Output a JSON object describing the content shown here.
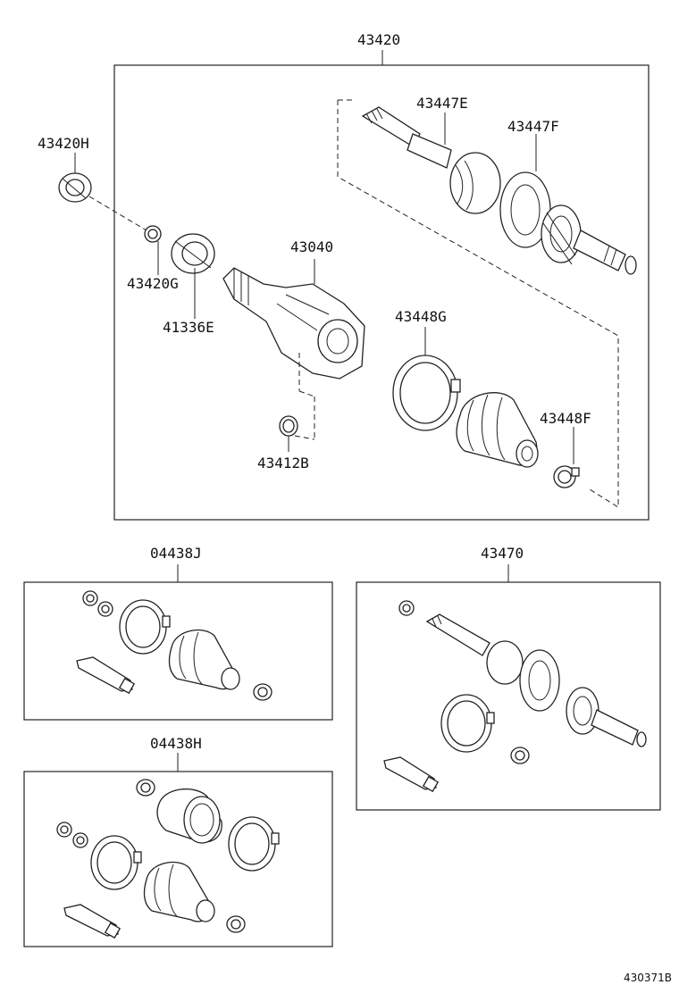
{
  "labels": {
    "p43420": "43420",
    "p43420H": "43420H",
    "p43420G": "43420G",
    "p41336E": "41336E",
    "p43040": "43040",
    "p43447E": "43447E",
    "p43447F": "43447F",
    "p43448G": "43448G",
    "p43448F": "43448F",
    "p43412B": "43412B",
    "p04438J": "04438J",
    "p43470": "43470",
    "p04438H": "04438H"
  },
  "reference_code": "430371B"
}
